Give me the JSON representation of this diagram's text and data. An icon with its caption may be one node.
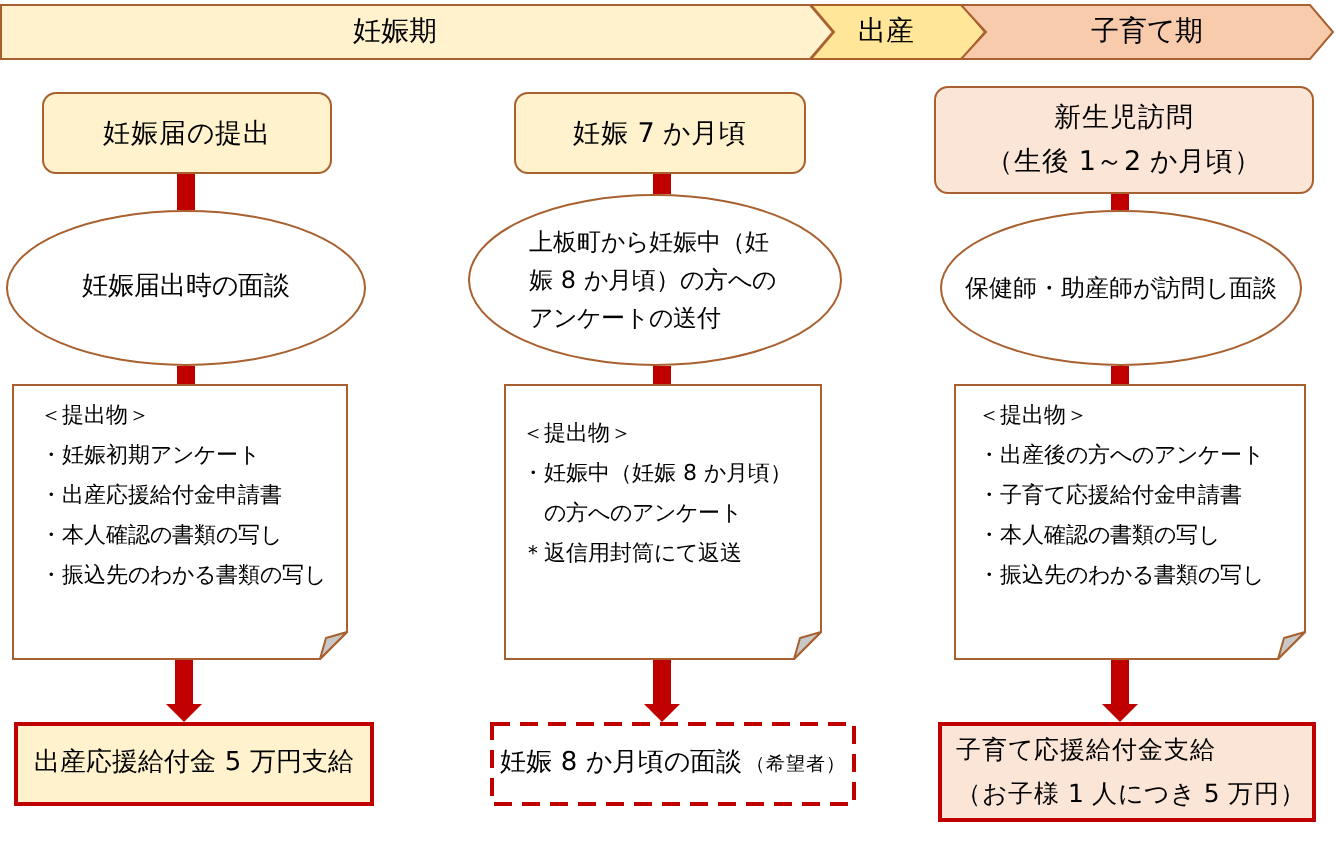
{
  "diagram": {
    "nodes": [
      {
        "text": [
          "妊娠期"
        ]
      },
      {
        "text": [
          "出産"
        ]
      },
      {
        "text": [
          "子育て期"
        ]
      },
      {
        "text": [
          "妊娠届の提出"
        ]
      },
      {
        "text": [
          "妊娠届出時の面談"
        ]
      },
      {
        "text": [
          "＜提出物＞",
          "・妊娠初期アンケート",
          "・出産応援給付金申請書",
          "・本人確認の書類の写し",
          "・振込先のわかる書類の写し"
        ]
      },
      {
        "text": [
          "出産応援給付金 5 万円支給"
        ]
      },
      {
        "text": [
          "妊娠 7 か月頃"
        ]
      },
      {
        "text": [
          "上板町から妊娠中（妊娠 8 か月頃）の方へのアンケートの送付"
        ]
      },
      {
        "text": [
          "＜提出物＞",
          "・妊娠中（妊娠 8 か月頃）の方へのアンケート",
          "＊返信用封筒にて返送"
        ]
      },
      {
        "text": [
          "妊娠 8 か月頃の面談",
          "（希望者）"
        ]
      },
      {
        "text": [
          "新生児訪問",
          "（生後 1～2 か月頃）"
        ]
      },
      {
        "text": [
          "保健師・助産師が訪問し面談"
        ]
      },
      {
        "text": [
          "＜提出物＞",
          "・出産後の方へのアンケート",
          "・子育て応援給付金申請書",
          "・本人確認の書類の写し",
          "・振込先のわかる書類の写し"
        ]
      },
      {
        "text": [
          "子育て応援給付金支給",
          "（お子様 1 人につき 5 万円）"
        ]
      }
    ],
    "edges": [
      {
        "from": 3,
        "to": 4,
        "arrow": "none"
      },
      {
        "from": 4,
        "to": 5,
        "arrow": "none"
      },
      {
        "from": 5,
        "to": 6,
        "arrow": "to"
      },
      {
        "from": 7,
        "to": 8,
        "arrow": "none"
      },
      {
        "from": 8,
        "to": 9,
        "arrow": "none"
      },
      {
        "from": 9,
        "to": 10,
        "arrow": "to"
      },
      {
        "from": 11,
        "to": 12,
        "arrow": "none"
      },
      {
        "from": 12,
        "to": 13,
        "arrow": "none"
      },
      {
        "from": 13,
        "to": 14,
        "arrow": "to"
      }
    ]
  }
}
